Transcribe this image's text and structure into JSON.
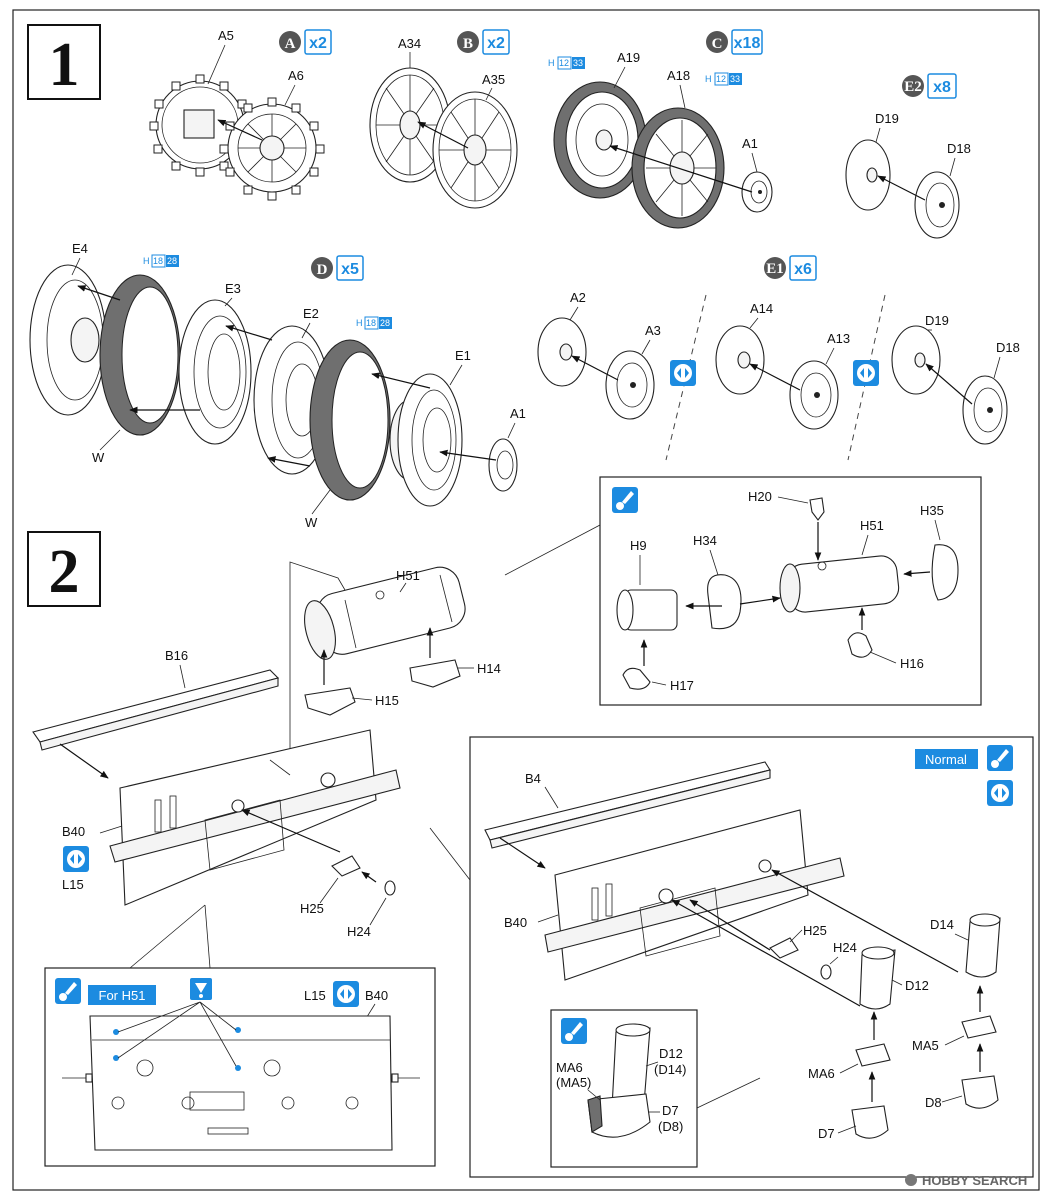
{
  "steps": {
    "s1": "1",
    "s2": "2"
  },
  "step1": {
    "sprocket": {
      "circle": "A",
      "count": "x2",
      "labels": {
        "a5": "A5",
        "a6": "A6"
      }
    },
    "idler": {
      "circle": "B",
      "count": "x2",
      "labels": {
        "a34": "A34",
        "a35": "A35"
      }
    },
    "roadwheel_c": {
      "circle": "C",
      "count": "x18",
      "labels": {
        "a19": "A19",
        "a18": "A18",
        "a1": "A1"
      },
      "paint1": {
        "h": "H",
        "n1": "12",
        "n2": "33"
      },
      "paint2": {
        "h": "H",
        "n1": "12",
        "n2": "33"
      }
    },
    "return_e2": {
      "circle": "E2",
      "count": "x8",
      "labels": {
        "d19": "D19",
        "d18": "D18"
      }
    },
    "wheel_d": {
      "circle": "D",
      "count": "x5",
      "labels": {
        "e4": "E4",
        "e3": "E3",
        "e2": "E2",
        "e1": "E1",
        "a1": "A1",
        "w1": "W",
        "w2": "W"
      },
      "paint1": {
        "h": "H",
        "n1": "18",
        "n2": "28"
      },
      "paint2": {
        "h": "H",
        "n1": "18",
        "n2": "28"
      }
    },
    "alt_e1": {
      "circle": "E1",
      "count": "x6",
      "labels": {
        "a2": "A2",
        "a3": "A3",
        "a14": "A14",
        "a13": "A13",
        "d19": "D19",
        "d18": "D18"
      }
    }
  },
  "step2": {
    "main": {
      "h51": "H51",
      "h14": "H14",
      "h15": "H15",
      "b16": "B16",
      "b40": "B40",
      "l15": "L15",
      "h25": "H25",
      "h24": "H24"
    },
    "detail_h51": {
      "h20": "H20",
      "h51": "H51",
      "h35": "H35",
      "h9": "H9",
      "h34": "H34",
      "h16": "H16",
      "h17": "H17"
    },
    "normal_panel": {
      "tag": "Normal",
      "labels": {
        "b4": "B4",
        "b40": "B40",
        "h25": "H25",
        "h24": "H24",
        "d14": "D14",
        "d12": "D12",
        "ma5": "MA5",
        "ma6": "MA6",
        "d8": "D8",
        "d7": "D7"
      },
      "inset": {
        "ma6": "MA6",
        "ma5": "(MA5)",
        "d12": "D12",
        "d14": "(D14)",
        "d7": "D7",
        "d8": "(D8)"
      }
    },
    "for_h51_panel": {
      "tag": "For H51",
      "l15": "L15",
      "b40": "B40"
    }
  },
  "watermark": "HOBBY SEARCH",
  "colors": {
    "accent": "#1c8be0",
    "circle_badge": "#555555",
    "rubber": "#6f6f6f"
  },
  "icons": [
    "paint-brush-icon",
    "option-symmetric-icon",
    "drill-hole-icon",
    "magnifier-leader"
  ]
}
